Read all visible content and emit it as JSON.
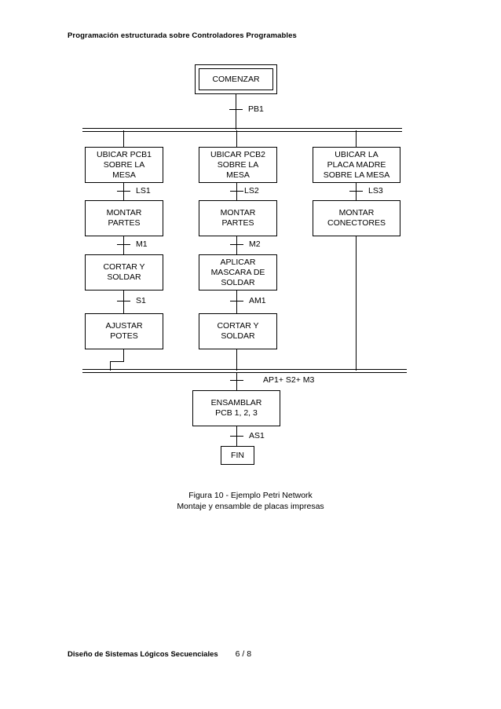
{
  "document": {
    "header": "Programación estructurada sobre Controladores Programables",
    "footer_title": "Diseño de Sistemas Lógicos Secuenciales",
    "page_number": "6 / 8",
    "caption": "Figura 10 - Ejemplo Petri Network\nMontaje y ensamble de placas impresas"
  },
  "diagram": {
    "start_step": "COMENZAR",
    "end_step": "FIN",
    "start_transition": "PB1",
    "final_transition": "AS1",
    "join_transition": "AP1+ S2+ M3",
    "merge_step": "ENSAMBLAR\nPCB 1, 2, 3",
    "branches": [
      {
        "steps": [
          "UBICAR PCB1\nSOBRE LA\nMESA",
          "MONTAR\nPARTES",
          "CORTAR Y\nSOLDAR",
          "AJUSTAR\nPOTES"
        ],
        "transitions": [
          "LS1",
          "M1",
          "S1"
        ]
      },
      {
        "steps": [
          "UBICAR PCB2\nSOBRE LA\nMESA",
          "MONTAR\nPARTES",
          "APLICAR\nMASCARA DE\nSOLDAR",
          "CORTAR Y\nSOLDAR"
        ],
        "transitions": [
          "LS2",
          "M2",
          "AM1"
        ]
      },
      {
        "steps": [
          "UBICAR LA\nPLACA MADRE\nSOBRE LA MESA",
          "MONTAR\nCONECTORES"
        ],
        "transitions": [
          "LS3"
        ]
      }
    ]
  }
}
